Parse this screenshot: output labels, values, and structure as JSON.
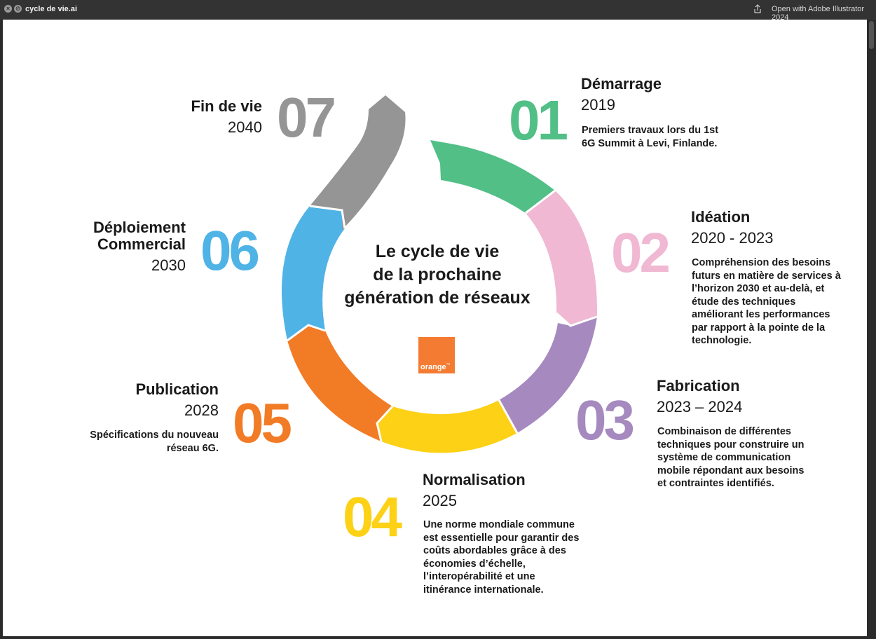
{
  "window": {
    "title": "cycle de vie.ai",
    "open_with": "Open with Adobe Illustrator 2024"
  },
  "center": {
    "line1": "Le cycle de vie",
    "line2": "de la prochaine",
    "line3": "génération de réseaux",
    "logo_text": "orange",
    "logo_mark": "™"
  },
  "colors": {
    "green": "#52bf87",
    "pink": "#f0b8d3",
    "purple": "#a589bf",
    "yellow": "#fcd116",
    "orange": "#f27b26",
    "blue": "#4fb3e6",
    "gray": "#959595",
    "logo": "#f47c32"
  },
  "steps": [
    {
      "number": "01",
      "title": "Démarrage",
      "year": "2019",
      "desc": [
        "Premiers travaux lors du 1st",
        "6G Summit à Levi, Finlande."
      ]
    },
    {
      "number": "02",
      "title": "Idéation",
      "year": "2020 - 2023",
      "desc": [
        "Compréhension des besoins",
        "futurs en matière de services à",
        "l’horizon 2030 et au-delà, et",
        "étude des techniques",
        "améliorant les performances",
        "par rapport à la pointe de la",
        "technologie."
      ]
    },
    {
      "number": "03",
      "title": "Fabrication",
      "year": "2023 – 2024",
      "desc": [
        "Combinaison de différentes",
        "techniques pour construire un",
        "système de communication",
        "mobile répondant aux besoins",
        "et contraintes identifiés."
      ]
    },
    {
      "number": "04",
      "title": "Normalisation",
      "year": "2025",
      "desc": [
        "Une norme mondiale commune",
        "est essentielle pour garantir des",
        "coûts abordables grâce à des",
        "économies d’échelle,",
        "l’interopérabilité et une",
        "itinérance internationale."
      ]
    },
    {
      "number": "05",
      "title": "Publication",
      "year": "2028",
      "desc": [
        "Spécifications du nouveau",
        "réseau 6G."
      ]
    },
    {
      "number": "06",
      "title_line1": "Déploiement",
      "title_line2": "Commercial",
      "year": "2030"
    },
    {
      "number": "07",
      "title": "Fin de vie",
      "year": "2040"
    }
  ]
}
